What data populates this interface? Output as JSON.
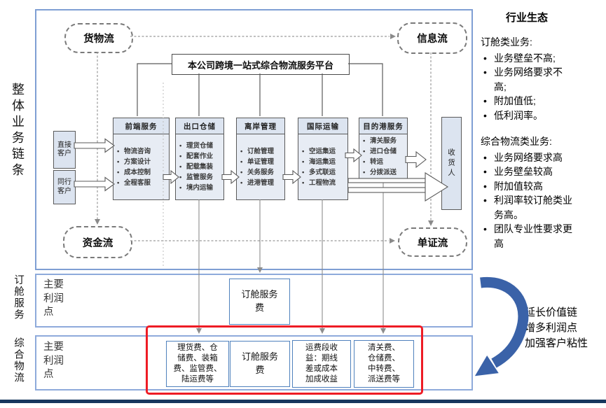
{
  "figure": {
    "side_label": "整体业务链条",
    "colors": {
      "frame_blue": "#8eaadb",
      "fee_border_blue": "#4f81bd",
      "highlight_red": "#ee1c25",
      "navy_bar": "#17375e",
      "curved_arrow_blue": "#3a62a8",
      "box_fill_light": "#dce4f0"
    }
  },
  "flows": {
    "goods": "货物流",
    "info": "信息流",
    "capital": "资金流",
    "documents": "单证流"
  },
  "platform": {
    "label": "本公司跨境一站式综合物流服务平台"
  },
  "customers": [
    {
      "label": "直接\n客户"
    },
    {
      "label": "同行\n客户"
    }
  ],
  "consignee": {
    "label": "收货人"
  },
  "columns": [
    {
      "title": "前端服务",
      "items": [
        "物流咨询",
        "方案设计",
        "成本控制",
        "全程客服"
      ]
    },
    {
      "title": "出口仓储",
      "items": [
        "理货仓储",
        "配套作业",
        "配载集装",
        "监管服务",
        "境内运输"
      ]
    },
    {
      "title": "离岸管理",
      "items": [
        "订舱管理",
        "单证管理",
        "关务服务",
        "进港管理"
      ]
    },
    {
      "title": "国际运输",
      "items": [
        "空运集运",
        "海运集运",
        "多式联运",
        "工程物流"
      ]
    },
    {
      "title": "目的港服务",
      "items": [
        "清关服务",
        "进口仓储",
        "转运",
        "分拨派送"
      ]
    }
  ],
  "rows": {
    "booking": {
      "side_label": "订舱服务",
      "profit_label": "主要\n利润\n点",
      "fee_box": "订舱服务\n费"
    },
    "integrated": {
      "side_label": "综合物流",
      "profit_label": "主要\n利润\n点",
      "boxes": [
        "理货费、仓\n储费、装箱\n费、监管费、\n陆运费等",
        "订舱服务\n费",
        "运费段收\n益：期线\n差或成本\n加成收益",
        "清关费、\n仓储费、\n中转费、\n派送费等"
      ]
    }
  },
  "right_panel": {
    "title": "行业生态",
    "sections": [
      {
        "heading": "订舱类业务:",
        "bullets": [
          "业务壁垒不高;",
          "业务网络要求不高;",
          "附加值低;",
          "低利润率。"
        ]
      },
      {
        "heading": "综合物流类业务:",
        "bullets": [
          "业务网络要求高",
          "业务壁垒较高",
          "附加值较高",
          "利润率较订舱类业务高。",
          "团队专业性要求更高"
        ]
      }
    ],
    "arrow_lines": [
      "延长价值链",
      "增多利润点",
      "加强客户粘性"
    ]
  }
}
